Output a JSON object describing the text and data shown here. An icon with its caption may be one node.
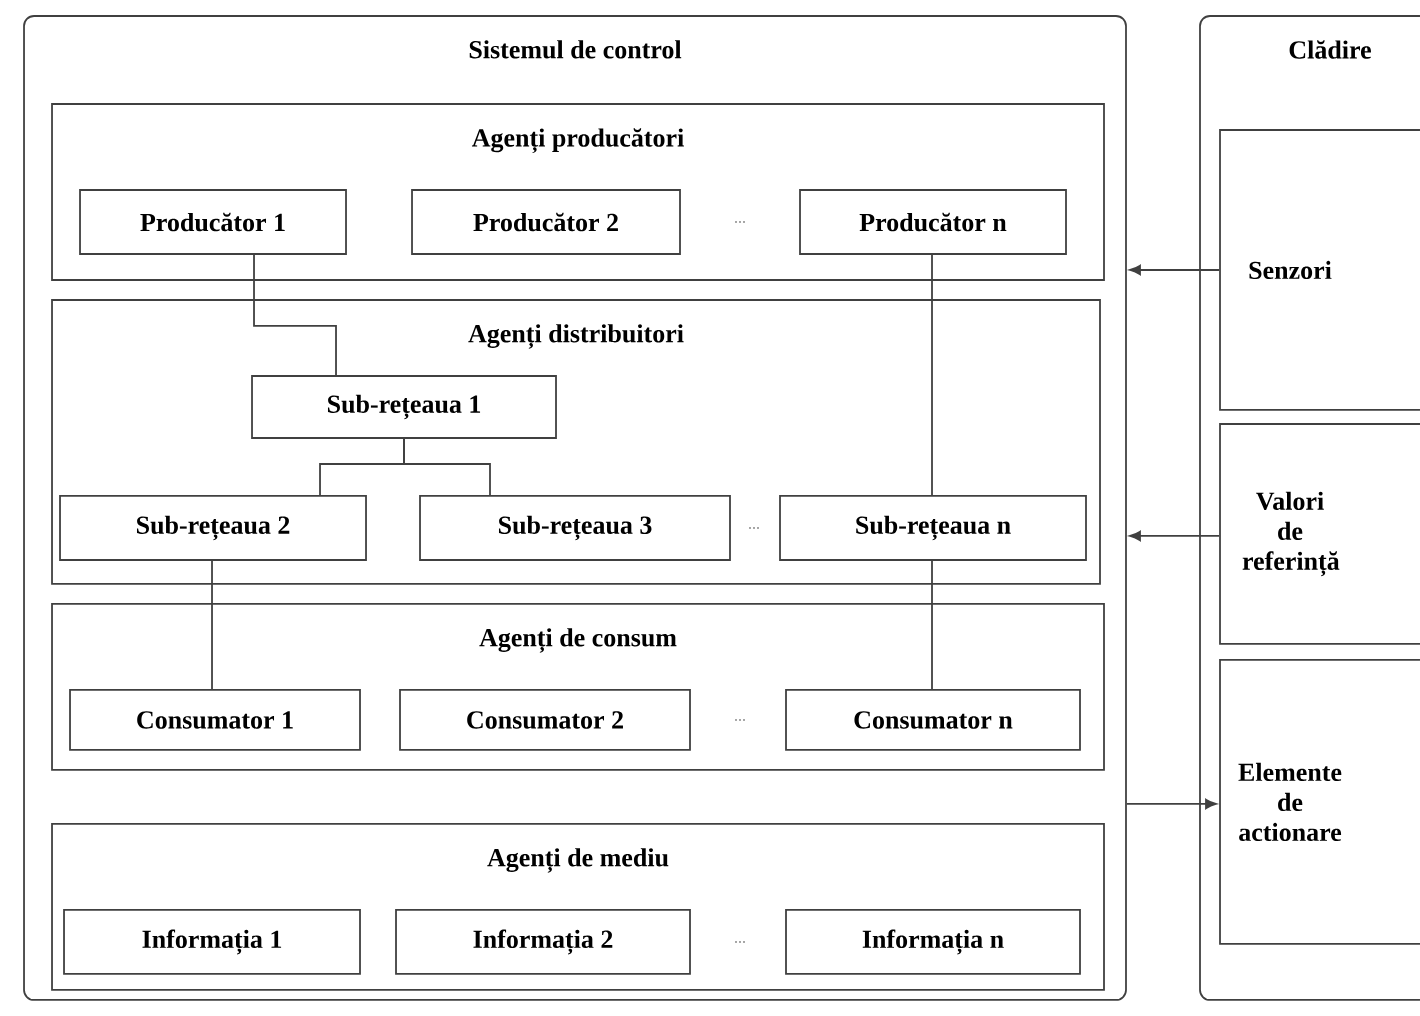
{
  "diagram": {
    "nodes": [
      {
        "text": [
          "Sistemul de control"
        ]
      },
      {
        "text": [
          "Agenți producători"
        ],
        "in": 0
      },
      {
        "text": [
          "Producător 1"
        ],
        "in": 1
      },
      {
        "text": [
          "Producător 2"
        ],
        "in": 1
      },
      {
        "text": [
          "Producător n"
        ],
        "in": 1
      },
      {
        "text": [
          "Agenți distribuitori"
        ],
        "in": 0
      },
      {
        "text": [
          "Sub-rețeaua 1"
        ],
        "in": 5
      },
      {
        "text": [
          "Sub-rețeaua 2"
        ],
        "in": 5
      },
      {
        "text": [
          "Sub-rețeaua 3"
        ],
        "in": 5
      },
      {
        "text": [
          "Sub-rețeaua n"
        ],
        "in": 5
      },
      {
        "text": [
          "Agenți de consum"
        ],
        "in": 0
      },
      {
        "text": [
          "Consumator 1"
        ],
        "in": 10
      },
      {
        "text": [
          "Consumator 2"
        ],
        "in": 10
      },
      {
        "text": [
          "Consumator  n"
        ],
        "in": 10
      },
      {
        "text": [
          "Agenți de mediu"
        ],
        "in": 0
      },
      {
        "text": [
          "Informația 1"
        ],
        "in": 14
      },
      {
        "text": [
          "Informația 2"
        ],
        "in": 14
      },
      {
        "text": [
          "Informația n"
        ],
        "in": 14
      },
      {
        "text": [
          "Clădire"
        ]
      },
      {
        "text": [
          "Senzori"
        ],
        "in": 18
      },
      {
        "text": [
          "Valori de referință"
        ],
        "in": 18
      },
      {
        "text": [
          "Elemente de actionare"
        ],
        "in": 18
      }
    ],
    "edges": [
      {
        "from": 2,
        "to": 6,
        "arrow": "none"
      },
      {
        "from": 6,
        "to": 7,
        "arrow": "none"
      },
      {
        "from": 6,
        "to": 8,
        "arrow": "none"
      },
      {
        "from": 4,
        "to": 9,
        "arrow": "none"
      },
      {
        "from": 7,
        "to": 11,
        "arrow": "none"
      },
      {
        "from": 9,
        "to": 13,
        "arrow": "none"
      },
      {
        "from": 19,
        "to": 0,
        "arrow": "to"
      },
      {
        "from": 20,
        "to": 0,
        "arrow": "to"
      },
      {
        "from": 0,
        "to": 21,
        "arrow": "to"
      }
    ],
    "labels": [
      "...",
      "...",
      "...",
      "..."
    ]
  }
}
